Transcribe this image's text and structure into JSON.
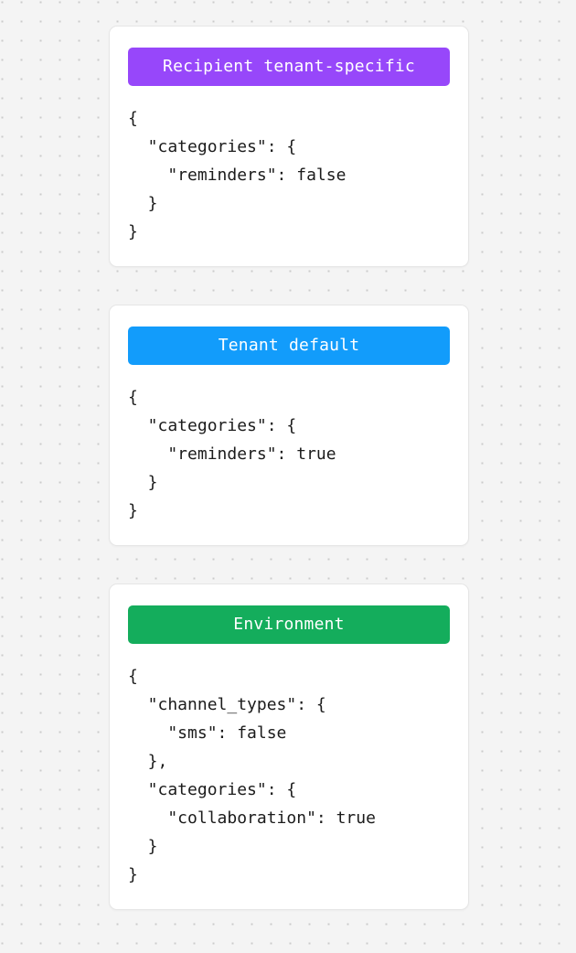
{
  "page": {
    "background_color": "#f4f4f4",
    "dot_color": "#cbcbcb",
    "card_background": "#ffffff",
    "card_border_color": "#e6e6e6",
    "code_text_color": "#1b1b1b"
  },
  "cards": [
    {
      "id": "recipient-tenant-specific",
      "header_label": "Recipient tenant-specific",
      "header_color": "#9747fa",
      "header_text_color": "#ffffff",
      "code_lines": [
        "{",
        "  \"categories\": {",
        "    \"reminders\": false",
        "  }",
        "}"
      ]
    },
    {
      "id": "tenant-default",
      "header_label": "Tenant default",
      "header_color": "#129cfb",
      "header_text_color": "#ffffff",
      "code_lines": [
        "{",
        "  \"categories\": {",
        "    \"reminders\": true",
        "  }",
        "}"
      ]
    },
    {
      "id": "environment",
      "header_label": "Environment",
      "header_color": "#14ad5c",
      "header_text_color": "#ffffff",
      "code_lines": [
        "{",
        "  \"channel_types\": {",
        "    \"sms\": false",
        "  },",
        "  \"categories\": {",
        "    \"collaboration\": true",
        "  }",
        "}"
      ]
    }
  ]
}
